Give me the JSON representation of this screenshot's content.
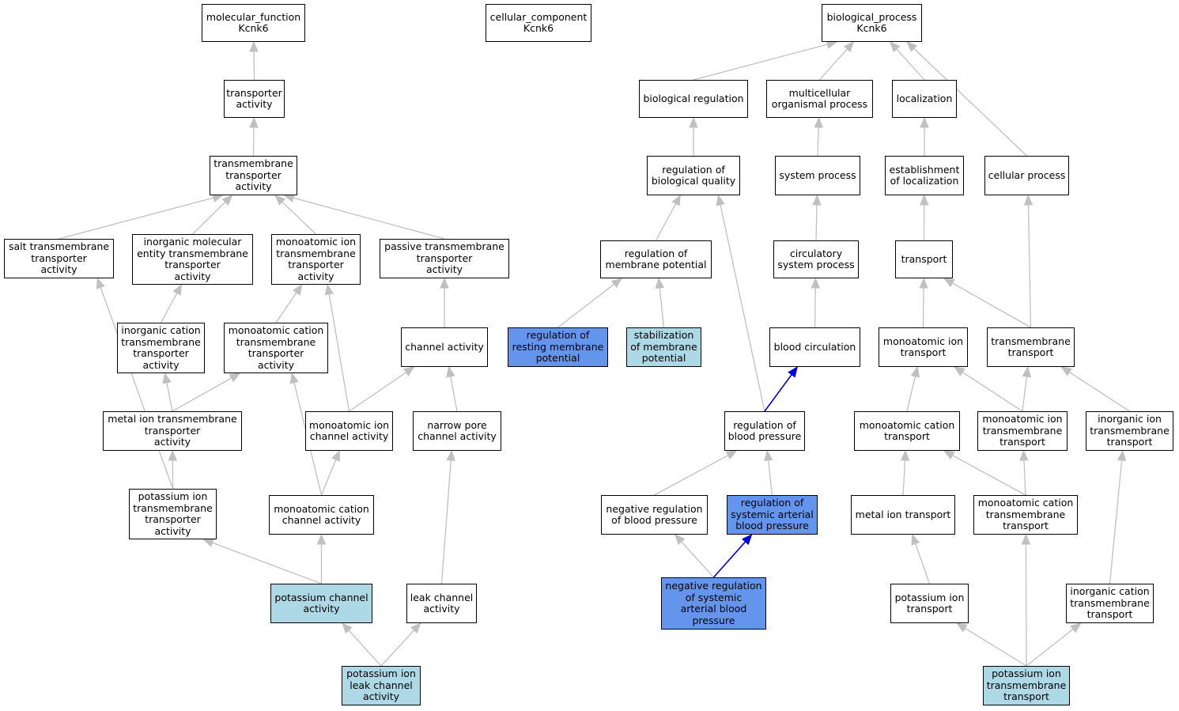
{
  "colors": {
    "edge_default": "#c0c0c0",
    "edge_highlight": "#0000dd",
    "node_default": "#ffffff",
    "node_light": "#add8e6",
    "node_blue": "#6495ed"
  },
  "nodes": {
    "mf": {
      "label": "molecular_function\nKcnk6",
      "fill": "white"
    },
    "cc": {
      "label": "cellular_component\nKcnk6",
      "fill": "white"
    },
    "bp": {
      "label": "biological_process\nKcnk6",
      "fill": "white"
    },
    "tra": {
      "label": "transporter\nactivity",
      "fill": "white"
    },
    "ttra": {
      "label": "transmembrane\ntransporter\nactivity",
      "fill": "white"
    },
    "salt": {
      "label": "salt transmembrane\ntransporter\nactivity",
      "fill": "white"
    },
    "inorgmol": {
      "label": "inorganic molecular\nentity transmembrane\ntransporter\nactivity",
      "fill": "white"
    },
    "monoion": {
      "label": "monoatomic ion\ntransmembrane\ntransporter\nactivity",
      "fill": "white"
    },
    "passive": {
      "label": "passive transmembrane\ntransporter\nactivity",
      "fill": "white"
    },
    "inorgcat": {
      "label": "inorganic cation\ntransmembrane\ntransporter\nactivity",
      "fill": "white"
    },
    "monocat": {
      "label": "monoatomic cation\ntransmembrane\ntransporter\nactivity",
      "fill": "white"
    },
    "chan": {
      "label": "channel activity",
      "fill": "white"
    },
    "metal": {
      "label": "metal ion transmembrane\ntransporter\nactivity",
      "fill": "white"
    },
    "monochan": {
      "label": "monoatomic ion\nchannel activity",
      "fill": "white"
    },
    "narrow": {
      "label": "narrow pore\nchannel activity",
      "fill": "white"
    },
    "ktra": {
      "label": "potassium ion\ntransmembrane\ntransporter\nactivity",
      "fill": "white"
    },
    "monocatchan": {
      "label": "monoatomic cation\nchannel activity",
      "fill": "white"
    },
    "kchan": {
      "label": "potassium channel\nactivity",
      "fill": "light"
    },
    "leak": {
      "label": "leak channel\nactivity",
      "fill": "white"
    },
    "kleak": {
      "label": "potassium ion\nleak channel\nactivity",
      "fill": "light"
    },
    "bioreg": {
      "label": "biological regulation",
      "fill": "white"
    },
    "multi": {
      "label": "multicellular\norganismal process",
      "fill": "white"
    },
    "loc": {
      "label": "localization",
      "fill": "white"
    },
    "regqual": {
      "label": "regulation of\nbiological quality",
      "fill": "white"
    },
    "sysproc": {
      "label": "system process",
      "fill": "white"
    },
    "estloc": {
      "label": "establishment\nof localization",
      "fill": "white"
    },
    "cellproc": {
      "label": "cellular process",
      "fill": "white"
    },
    "regmem": {
      "label": "regulation of\nmembrane potential",
      "fill": "white"
    },
    "circ": {
      "label": "circulatory\nsystem process",
      "fill": "white"
    },
    "transport": {
      "label": "transport",
      "fill": "white"
    },
    "regrest": {
      "label": "regulation of\nresting membrane\npotential",
      "fill": "blue"
    },
    "stab": {
      "label": "stabilization\nof membrane\npotential",
      "fill": "light"
    },
    "bloodcirc": {
      "label": "blood circulation",
      "fill": "white"
    },
    "monoiontr": {
      "label": "monoatomic ion\ntransport",
      "fill": "white"
    },
    "tmtr": {
      "label": "transmembrane\ntransport",
      "fill": "white"
    },
    "regbp": {
      "label": "regulation of\nblood pressure",
      "fill": "white"
    },
    "monocattr": {
      "label": "monoatomic cation\ntransport",
      "fill": "white"
    },
    "monoiontmtr": {
      "label": "monoatomic ion\ntransmembrane\ntransport",
      "fill": "white"
    },
    "inorgiontm": {
      "label": "inorganic ion\ntransmembrane\ntransport",
      "fill": "white"
    },
    "negregbp": {
      "label": "negative regulation\nof blood pressure",
      "fill": "white"
    },
    "regsys": {
      "label": "regulation of\nsystemic arterial\nblood pressure",
      "fill": "blue"
    },
    "metaltr": {
      "label": "metal ion transport",
      "fill": "white"
    },
    "monocattmtr": {
      "label": "monoatomic cation\ntransmembrane\ntransport",
      "fill": "white"
    },
    "negregsys": {
      "label": "negative regulation\nof systemic\narterial blood\npressure",
      "fill": "blue"
    },
    "ktr": {
      "label": "potassium ion\ntransport",
      "fill": "white"
    },
    "inorgcattm": {
      "label": "inorganic cation\ntransmembrane\ntransport",
      "fill": "white"
    },
    "ktmtr": {
      "label": "potassium ion\ntransmembrane\ntransport",
      "fill": "light"
    }
  },
  "edges": [
    {
      "from": "tra",
      "to": "mf",
      "color": "default"
    },
    {
      "from": "ttra",
      "to": "tra",
      "color": "default"
    },
    {
      "from": "salt",
      "to": "ttra",
      "color": "default"
    },
    {
      "from": "inorgmol",
      "to": "ttra",
      "color": "default"
    },
    {
      "from": "monoion",
      "to": "ttra",
      "color": "default"
    },
    {
      "from": "passive",
      "to": "ttra",
      "color": "default"
    },
    {
      "from": "inorgcat",
      "to": "inorgmol",
      "color": "default"
    },
    {
      "from": "monocat",
      "to": "monoion",
      "color": "default"
    },
    {
      "from": "chan",
      "to": "passive",
      "color": "default"
    },
    {
      "from": "metal",
      "to": "inorgcat",
      "color": "default"
    },
    {
      "from": "metal",
      "to": "monocat",
      "color": "default"
    },
    {
      "from": "monochan",
      "to": "monoion",
      "color": "default"
    },
    {
      "from": "monochan",
      "to": "chan",
      "color": "default"
    },
    {
      "from": "narrow",
      "to": "chan",
      "color": "default"
    },
    {
      "from": "ktra",
      "to": "metal",
      "color": "default"
    },
    {
      "from": "ktra",
      "to": "salt",
      "color": "default"
    },
    {
      "from": "monocatchan",
      "to": "monochan",
      "color": "default"
    },
    {
      "from": "monocatchan",
      "to": "monocat",
      "color": "default"
    },
    {
      "from": "kchan",
      "to": "ktra",
      "color": "default"
    },
    {
      "from": "kchan",
      "to": "monocatchan",
      "color": "default"
    },
    {
      "from": "leak",
      "to": "narrow",
      "color": "default"
    },
    {
      "from": "kleak",
      "to": "kchan",
      "color": "default"
    },
    {
      "from": "kleak",
      "to": "leak",
      "color": "default"
    },
    {
      "from": "bioreg",
      "to": "bp",
      "color": "default"
    },
    {
      "from": "multi",
      "to": "bp",
      "color": "default"
    },
    {
      "from": "loc",
      "to": "bp",
      "color": "default"
    },
    {
      "from": "cellproc",
      "to": "bp",
      "color": "default"
    },
    {
      "from": "regqual",
      "to": "bioreg",
      "color": "default"
    },
    {
      "from": "sysproc",
      "to": "multi",
      "color": "default"
    },
    {
      "from": "estloc",
      "to": "loc",
      "color": "default"
    },
    {
      "from": "regmem",
      "to": "regqual",
      "color": "default"
    },
    {
      "from": "regbp",
      "to": "regqual",
      "color": "default"
    },
    {
      "from": "circ",
      "to": "sysproc",
      "color": "default"
    },
    {
      "from": "transport",
      "to": "estloc",
      "color": "default"
    },
    {
      "from": "regrest",
      "to": "regmem",
      "color": "default"
    },
    {
      "from": "stab",
      "to": "regmem",
      "color": "default"
    },
    {
      "from": "bloodcirc",
      "to": "circ",
      "color": "default"
    },
    {
      "from": "monoiontr",
      "to": "transport",
      "color": "default"
    },
    {
      "from": "tmtr",
      "to": "transport",
      "color": "default"
    },
    {
      "from": "tmtr",
      "to": "cellproc",
      "color": "default"
    },
    {
      "from": "regbp",
      "to": "bloodcirc",
      "color": "highlight"
    },
    {
      "from": "monocattr",
      "to": "monoiontr",
      "color": "default"
    },
    {
      "from": "monoiontmtr",
      "to": "monoiontr",
      "color": "default"
    },
    {
      "from": "monoiontmtr",
      "to": "tmtr",
      "color": "default"
    },
    {
      "from": "inorgiontm",
      "to": "tmtr",
      "color": "default"
    },
    {
      "from": "negregbp",
      "to": "regbp",
      "color": "default"
    },
    {
      "from": "regsys",
      "to": "regbp",
      "color": "default"
    },
    {
      "from": "metaltr",
      "to": "monocattr",
      "color": "default"
    },
    {
      "from": "monocattmtr",
      "to": "monocattr",
      "color": "default"
    },
    {
      "from": "monocattmtr",
      "to": "monoiontmtr",
      "color": "default"
    },
    {
      "from": "negregsys",
      "to": "negregbp",
      "color": "default"
    },
    {
      "from": "negregsys",
      "to": "regsys",
      "color": "highlight"
    },
    {
      "from": "ktr",
      "to": "metaltr",
      "color": "default"
    },
    {
      "from": "inorgcattm",
      "to": "inorgiontm",
      "color": "default"
    },
    {
      "from": "ktmtr",
      "to": "ktr",
      "color": "default"
    },
    {
      "from": "ktmtr",
      "to": "monocattmtr",
      "color": "default"
    },
    {
      "from": "ktmtr",
      "to": "inorgcattm",
      "color": "default"
    }
  ]
}
